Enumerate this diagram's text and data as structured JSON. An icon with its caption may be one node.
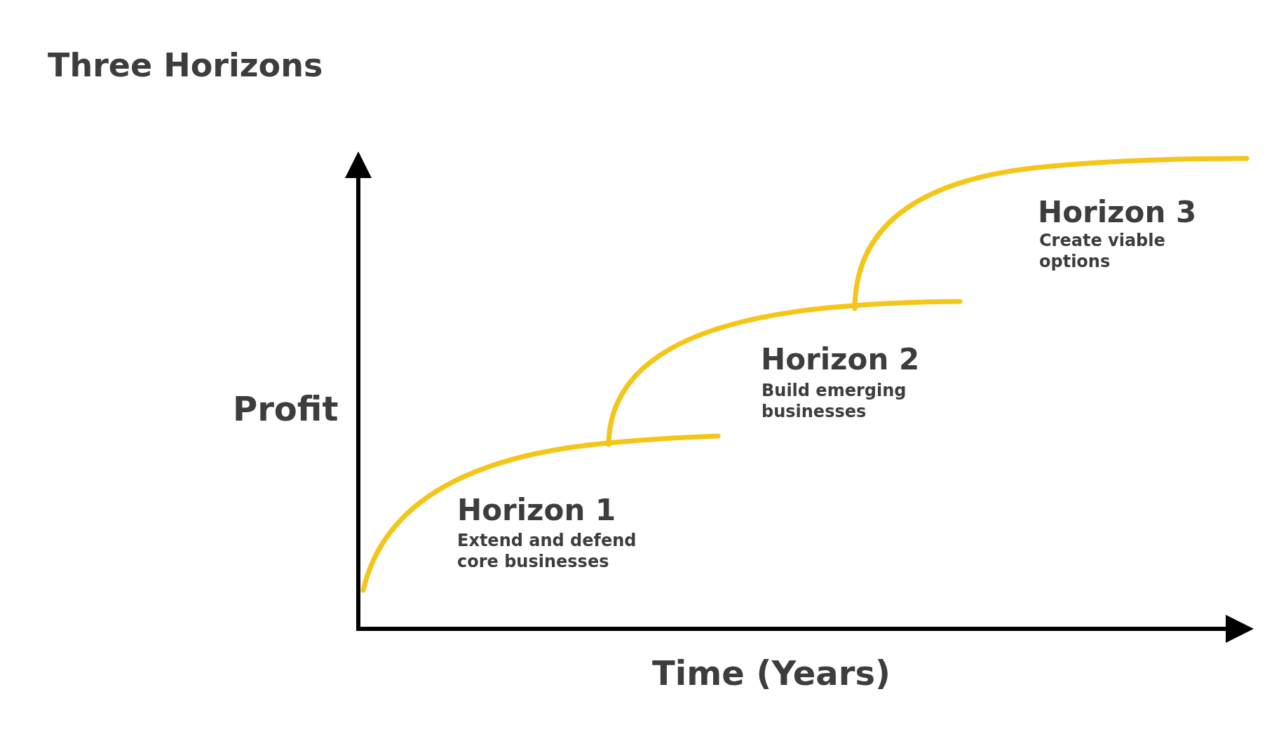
{
  "diagram": {
    "title": "Three Horizons",
    "labels": [
      "Horizon 3",
      "Create viable options",
      "Horizon 2",
      "Build emerging businesses",
      "Profit",
      "Horizon 1",
      "Extend and defend core businesses",
      "Time (Years)"
    ]
  }
}
